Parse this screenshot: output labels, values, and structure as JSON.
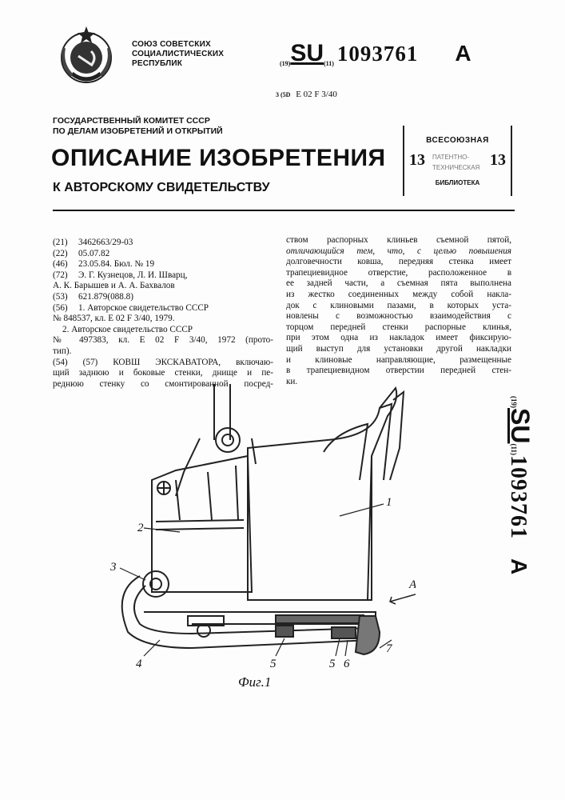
{
  "header": {
    "country": [
      "СОЮЗ СОВЕТСКИХ",
      "СОЦИАЛИСТИЧЕСКИХ",
      "РЕСПУБЛИК"
    ],
    "code19": "(19)",
    "office": "SU",
    "code11": "(11)",
    "number": "1093761",
    "kind": "A",
    "ipc_prefix": "3 (5D",
    "ipc": "E 02 F 3/40",
    "committee": [
      "ГОСУДАРСТВЕННЫЙ КОМИТЕТ СССР",
      "ПО ДЕЛАМ ИЗОБРЕТЕНИЙ И ОТКРЫТИЙ"
    ],
    "title": "ОПИСАНИЕ ИЗОБРЕТЕНИЯ",
    "subtitle": "К АВТОРСКОМУ СВИДЕТЕЛЬСТВУ"
  },
  "stamp": {
    "top": "ВСЕСОЮЗНАЯ",
    "left": "13",
    "right": "13",
    "mid1": "ПАТЕНТНО-",
    "mid2": "ТЕХНИЧЕСКАЯ",
    "bottom": "БИБЛИОТЕКА"
  },
  "biblio": [
    {
      "code": "(21)",
      "text": "3462663/29-03"
    },
    {
      "code": "(22)",
      "text": "05.07.82"
    },
    {
      "code": "(46)",
      "text": "23.05.84. Бюл. № 19"
    },
    {
      "code": "(72)",
      "text": "Э. Г. Кузнецов, Л. И. Шварц,"
    },
    {
      "code": "",
      "text": "А. К. Барышев и А. А. Бахвалов"
    },
    {
      "code": "(53)",
      "text": "621.879(088.8)"
    },
    {
      "code": "(56)",
      "text": "1. Авторское свидетельство СССР"
    },
    {
      "code": "",
      "text": "№ 848537, кл. Е 02 F 3/40, 1979."
    },
    {
      "code": "",
      "text": "2. Авторское свидетельство СССР"
    },
    {
      "code": "",
      "text": "№ 497383, кл. Е 02 F 3/40, 1972 (прото-"
    },
    {
      "code": "",
      "text": "тип)."
    }
  ],
  "claim_left": [
    "(54) (57) КОВШ ЭКСКАВАТОРА, включаю-",
    "щий заднюю и боковые стенки, днище и пе-",
    "реднюю стенку со смонтированной посред-"
  ],
  "claim_right": [
    "ством распорных клиньев съемной пятой,",
    "отличающийся тем, что, с целью повышения",
    "долговечности ковша, передняя стенка имеет",
    "трапециевидное отверстие, расположенное в",
    "ее задней части, а съемная пята выполнена",
    "из жестко соединенных между собой накла-",
    "док с клиновыми пазами, в которых уста-",
    "новлены с возможностью взаимодействия с",
    "торцом передней стенки распорные клинья,",
    "при этом одна из накладок имеет фиксирую-",
    "щий выступ для установки другой накладки",
    "и клиновые направляющие, размещенные",
    "в трапециевидном отверстии передней стен-",
    "ки."
  ],
  "figure": {
    "labels": [
      "1",
      "2",
      "3",
      "4",
      "5",
      "5",
      "6",
      "7"
    ],
    "arrow_label": "А",
    "caption": "Фиг.1"
  }
}
